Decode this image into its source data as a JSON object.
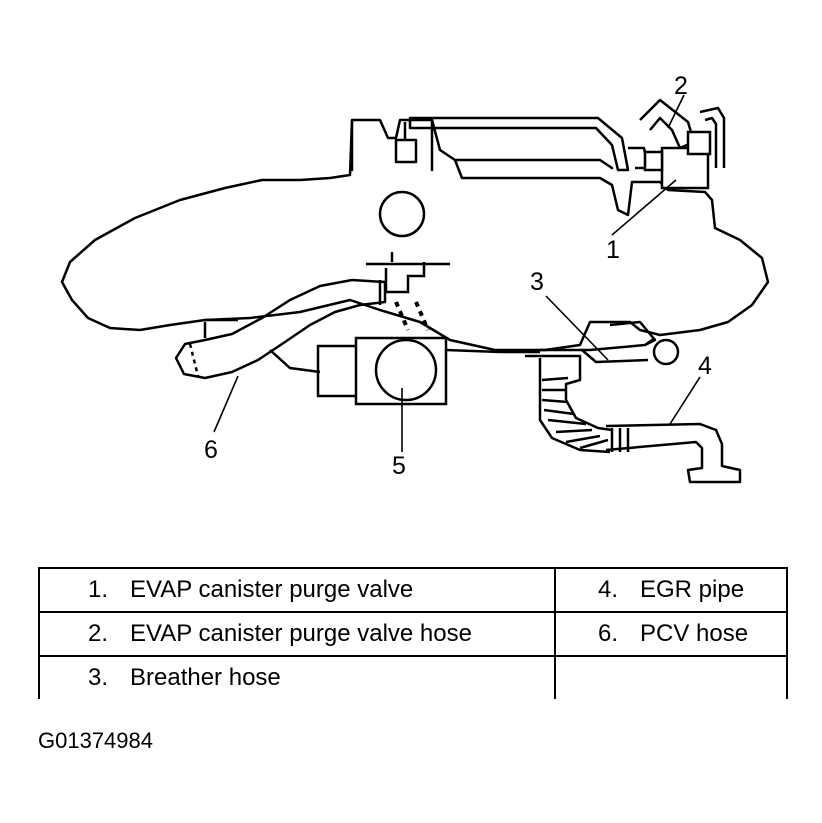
{
  "diagram": {
    "callouts": [
      "1",
      "2",
      "3",
      "4",
      "5",
      "6"
    ]
  },
  "legend": {
    "rows": [
      [
        {
          "num": "1.",
          "text": "EVAP canister purge valve"
        },
        {
          "num": "4.",
          "text": "EGR pipe"
        }
      ],
      [
        {
          "num": "2.",
          "text": "EVAP canister purge valve hose"
        },
        {
          "num": "6.",
          "text": "PCV hose"
        }
      ],
      [
        {
          "num": "3.",
          "text": "Breather hose"
        },
        {
          "num": "",
          "text": ""
        }
      ]
    ]
  },
  "figure_code": "G01374984",
  "colors": {
    "line": "#000000",
    "background": "#ffffff"
  }
}
